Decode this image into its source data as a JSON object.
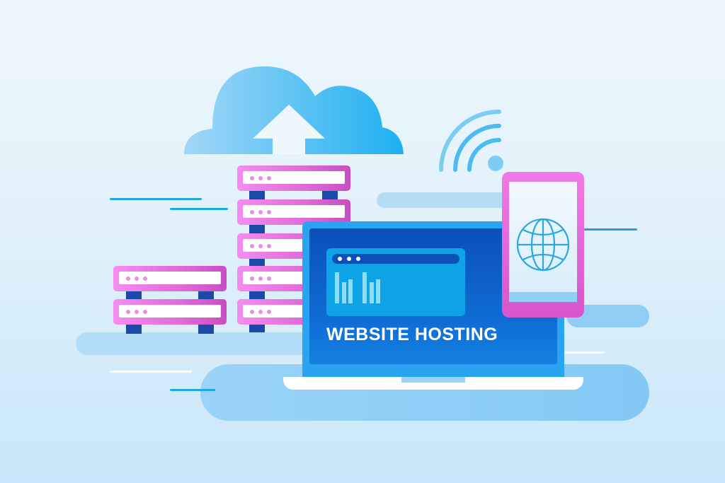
{
  "title": "WEBSITE HOSTING",
  "colors": {
    "background_top": "#eef7fc",
    "background_bottom": "#c9e7fa",
    "cloud": "#6cc4f5",
    "server_pink": "#e06ad8",
    "server_leg": "#1a4aa8",
    "laptop_body": "#0f6ed6",
    "laptop_bezel": "#2aa4f0",
    "accent_line": "#1fa8e6",
    "phone_frame": "#e06ad8"
  },
  "illustration": {
    "elements": [
      "cloud-upload",
      "wifi-signal",
      "server-rack-tall",
      "server-rack-short",
      "laptop",
      "smartphone-globe",
      "browser-window-bar-chart"
    ],
    "chart_bars": [
      {
        "group": 1,
        "heights": [
          42,
          30,
          34
        ]
      },
      {
        "group": 2,
        "heights": [
          42,
          30,
          34
        ]
      }
    ]
  }
}
